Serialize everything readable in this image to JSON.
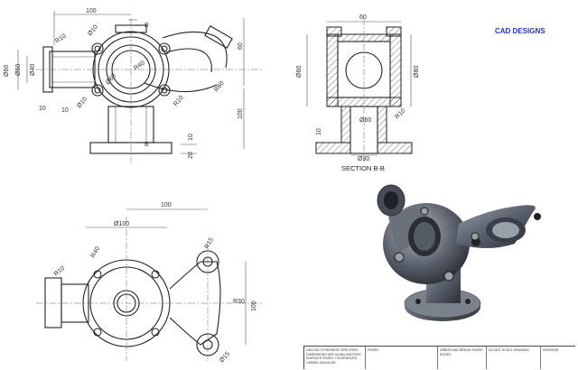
{
  "brand": "CAD DESIGNS",
  "section_label": "SECTION B-B",
  "view_label": "B",
  "dims_front": [
    "100",
    "R10",
    "Ø60",
    "Ø50",
    "Ø40",
    "R40",
    "Ø60",
    "Ø10",
    "Ø10",
    "R10",
    "R60",
    "60",
    "10",
    "100",
    "10",
    "10",
    "20"
  ],
  "dims_section": [
    "60",
    "Ø60",
    "Ø80",
    "Ø60",
    "R10",
    "Ø30",
    "10"
  ],
  "dims_top": [
    "100",
    "Ø100",
    "R40",
    "R15",
    "R10",
    "R30",
    "100",
    "Ø15"
  ],
  "title_block": {
    "general_notes": "UNLESS OTHERWISE SPECIFIED: DIMENSIONS ARE IN MILLIMETERS SURFACE FINISH: TOLERANCES: LINEAR: ANGULAR:",
    "finish": "FINISH:",
    "deburr": "DEBUR AND BREAK SHARP EDGES",
    "do_not_scale": "DO NOT SCALE DRAWING",
    "revision": "REVISION"
  }
}
